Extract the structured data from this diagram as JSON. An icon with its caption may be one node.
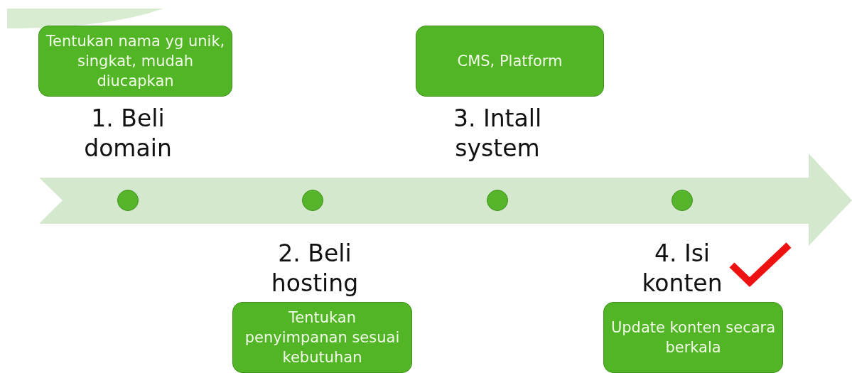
{
  "diagram": {
    "nodes": [
      {
        "text": [
          "Tentukan nama yg unik, singkat, mudah diucapkan"
        ],
        "beside": [
          "1. Beli domain"
        ]
      },
      {
        "text": [
          "Tentukan penyimpanan sesuai kebutuhan"
        ],
        "beside": [
          "2. Beli hosting"
        ]
      },
      {
        "text": [
          "CMS, Platform"
        ],
        "beside": [
          "3. Intall system"
        ]
      },
      {
        "text": [
          "Update konten secara berkala"
        ],
        "beside": [
          "4. Isi konten"
        ]
      },
      {
        "text": [],
        "shape": "circle"
      },
      {
        "text": [],
        "shape": "circle"
      },
      {
        "text": [],
        "shape": "circle"
      },
      {
        "text": [],
        "shape": "circle"
      }
    ]
  }
}
